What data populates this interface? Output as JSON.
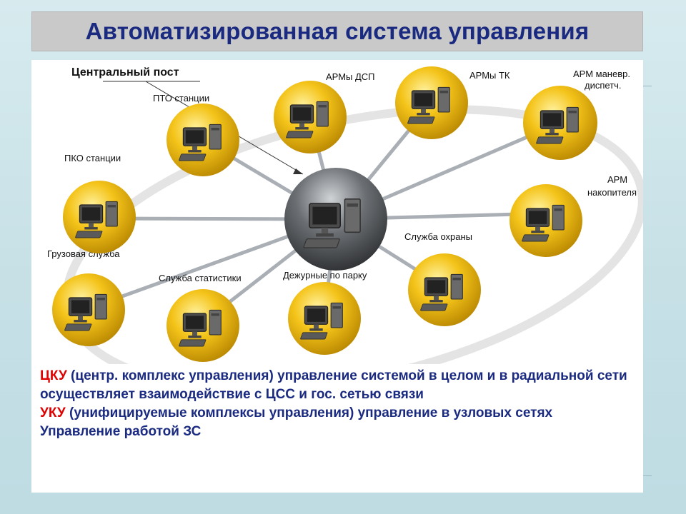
{
  "title": "Автоматизированная система управления",
  "center": {
    "label": "Центральный пост"
  },
  "nodes": [
    {
      "key": "pto",
      "label": "ПТО станции"
    },
    {
      "key": "arm_dsp",
      "label": "АРМы ДСП"
    },
    {
      "key": "arm_tk",
      "label": "АРМы ТК"
    },
    {
      "key": "arm_manev",
      "label_lines": [
        "АРМ маневр.",
        "диспетч."
      ]
    },
    {
      "key": "arm_nakop",
      "label_lines": [
        "АРМ",
        "накопителя"
      ]
    },
    {
      "key": "ohrana",
      "label": "Служба охраны"
    },
    {
      "key": "dezhurnye",
      "label": "Дежурные по парку"
    },
    {
      "key": "statistika",
      "label": "Служба статистики"
    },
    {
      "key": "gruzovaya",
      "label": "Грузовая служба"
    },
    {
      "key": "pko",
      "label": "ПКО станции"
    }
  ],
  "description": {
    "cku_abbr": "ЦКУ",
    "cku_text": " (центр. комплекс управления) управление системой в целом и в радиальной сети осуществляет взаимодействие с ЦСС и гос. сетью связи",
    "uku_abbr": "УКУ",
    "uku_text": " (унифицируемые комплексы управления) управление в узловых сетях",
    "line3": "Управление работой ЗС"
  },
  "colors": {
    "title_text": "#1a2a80",
    "highlight": "#e00000",
    "node_gold": "#e6b000",
    "center_gray": "#3a3a3a"
  }
}
